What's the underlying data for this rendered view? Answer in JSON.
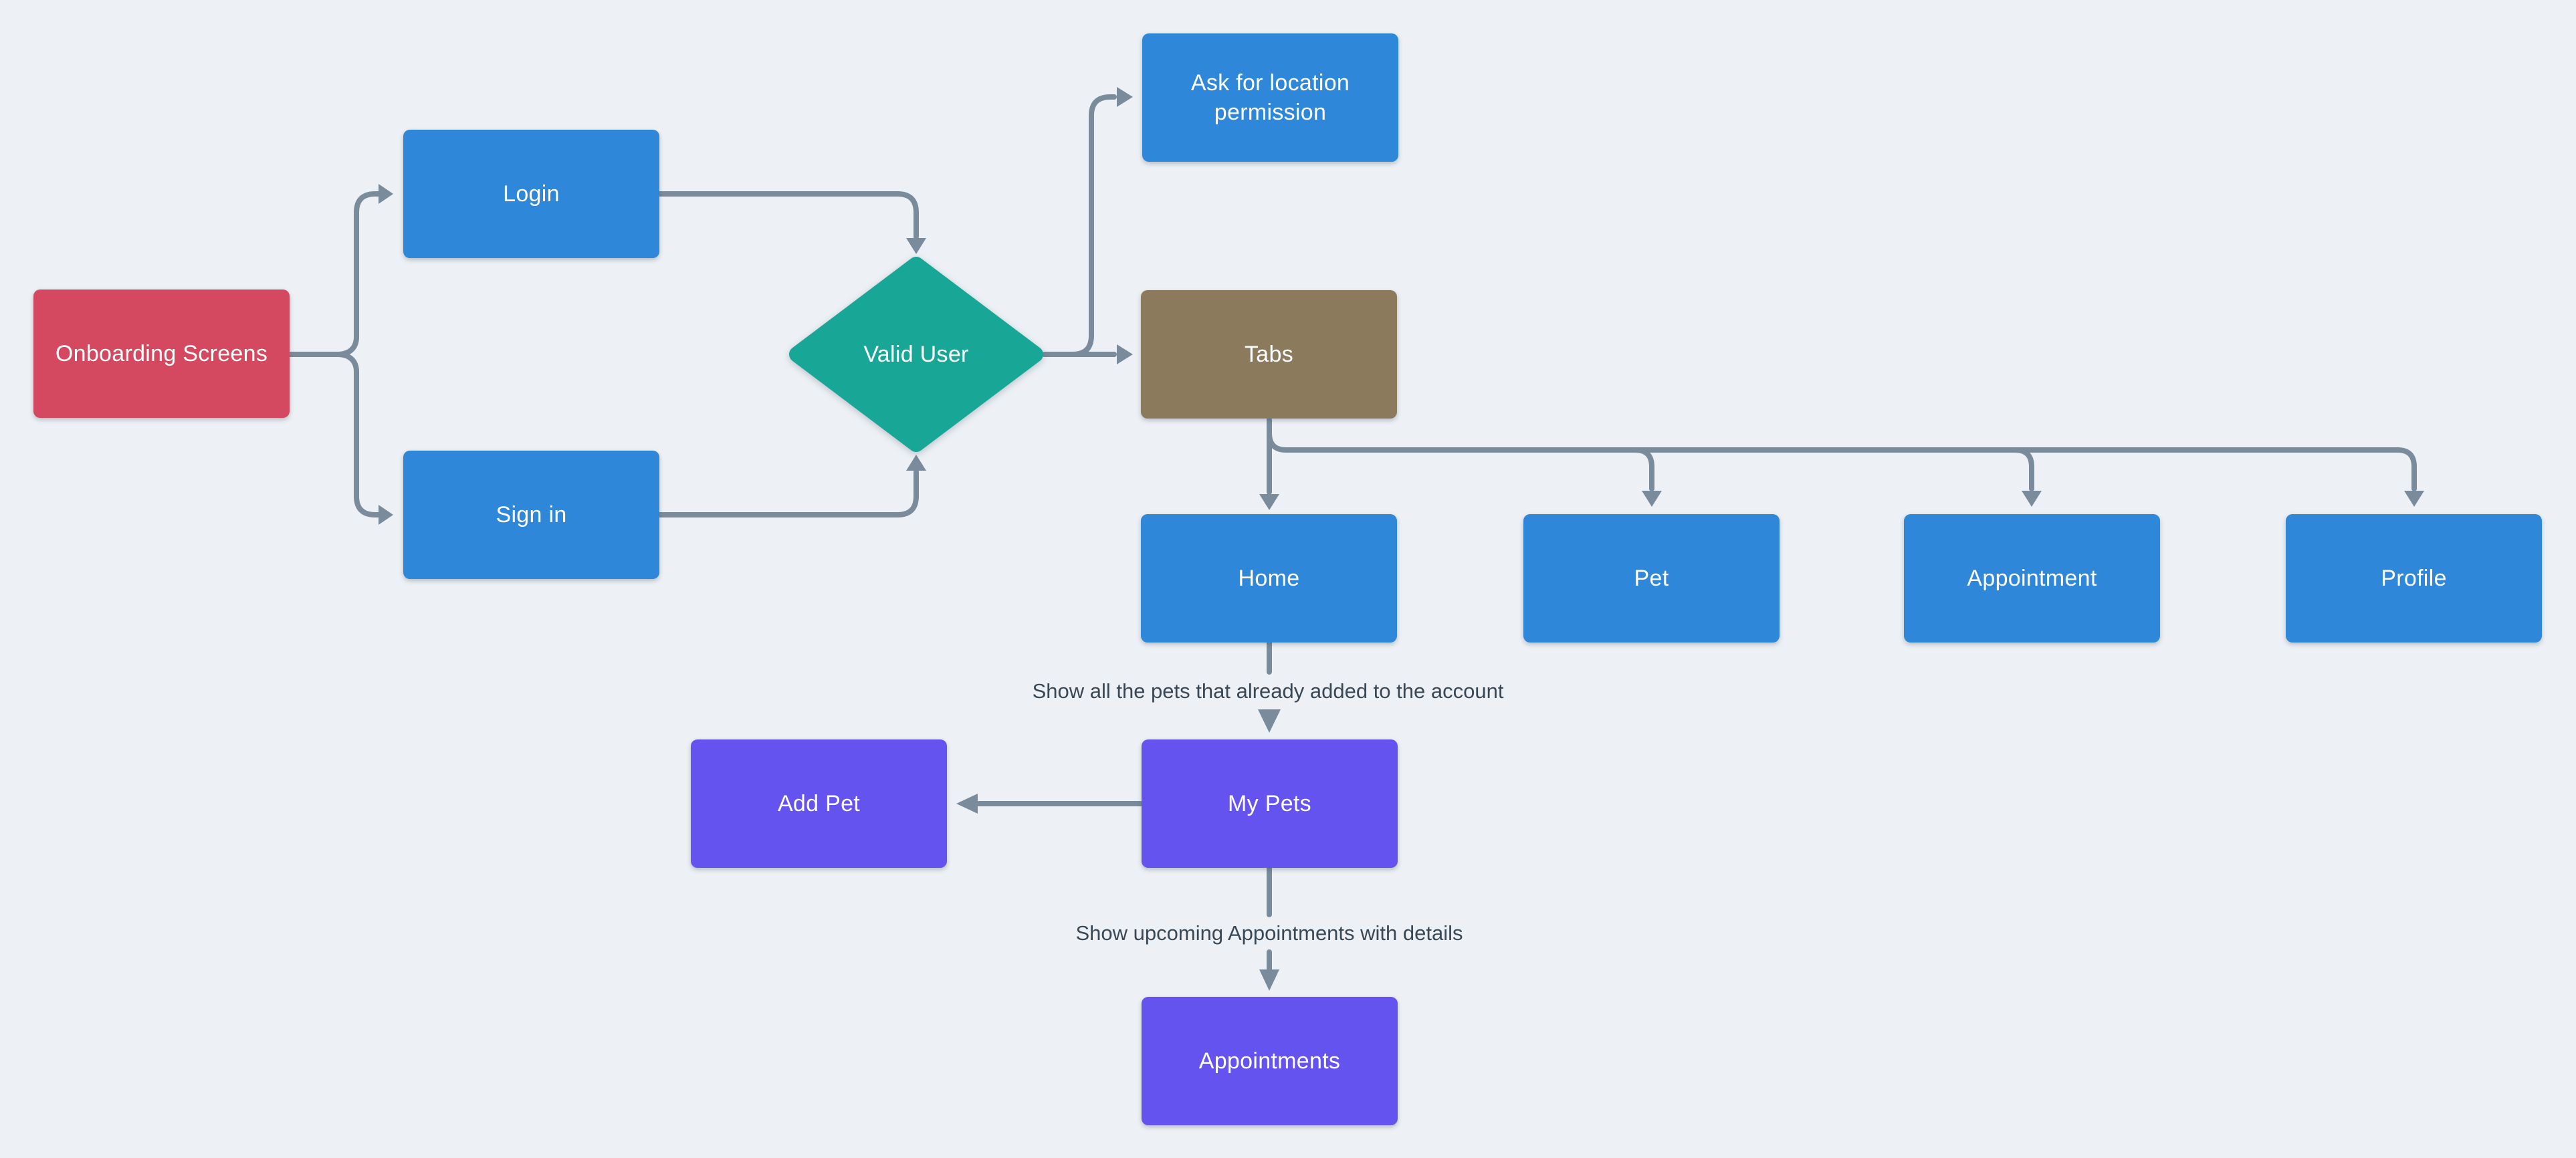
{
  "canvas": {
    "background": "#edf1f5",
    "connector_color": "#7a8b9b",
    "annotation_color": "#3a4754"
  },
  "nodes": {
    "onboarding": {
      "label": "Onboarding Screens",
      "color": "#d4495f"
    },
    "login": {
      "label": "Login",
      "color": "#2e87d8"
    },
    "sign_in": {
      "label": "Sign in",
      "color": "#2e87d8"
    },
    "valid_user": {
      "label": "Valid User",
      "color": "#18a797"
    },
    "ask_location": {
      "label": "Ask for location permission",
      "color": "#2e87d8"
    },
    "tabs": {
      "label": "Tabs",
      "color": "#8b7a5c"
    },
    "home": {
      "label": "Home",
      "color": "#2e87d8"
    },
    "pet": {
      "label": "Pet",
      "color": "#2e87d8"
    },
    "appointment": {
      "label": "Appointment",
      "color": "#2e87d8"
    },
    "profile": {
      "label": "Profile",
      "color": "#2e87d8"
    },
    "my_pets": {
      "label": "My Pets",
      "color": "#6553f0"
    },
    "add_pet": {
      "label": "Add Pet",
      "color": "#6553f0"
    },
    "appointments": {
      "label": "Appointments",
      "color": "#6553f0"
    }
  },
  "annotations": {
    "home_to_my_pets": "Show all the pets that already added to the account",
    "my_pets_to_appointments": "Show upcoming Appointments with details"
  }
}
